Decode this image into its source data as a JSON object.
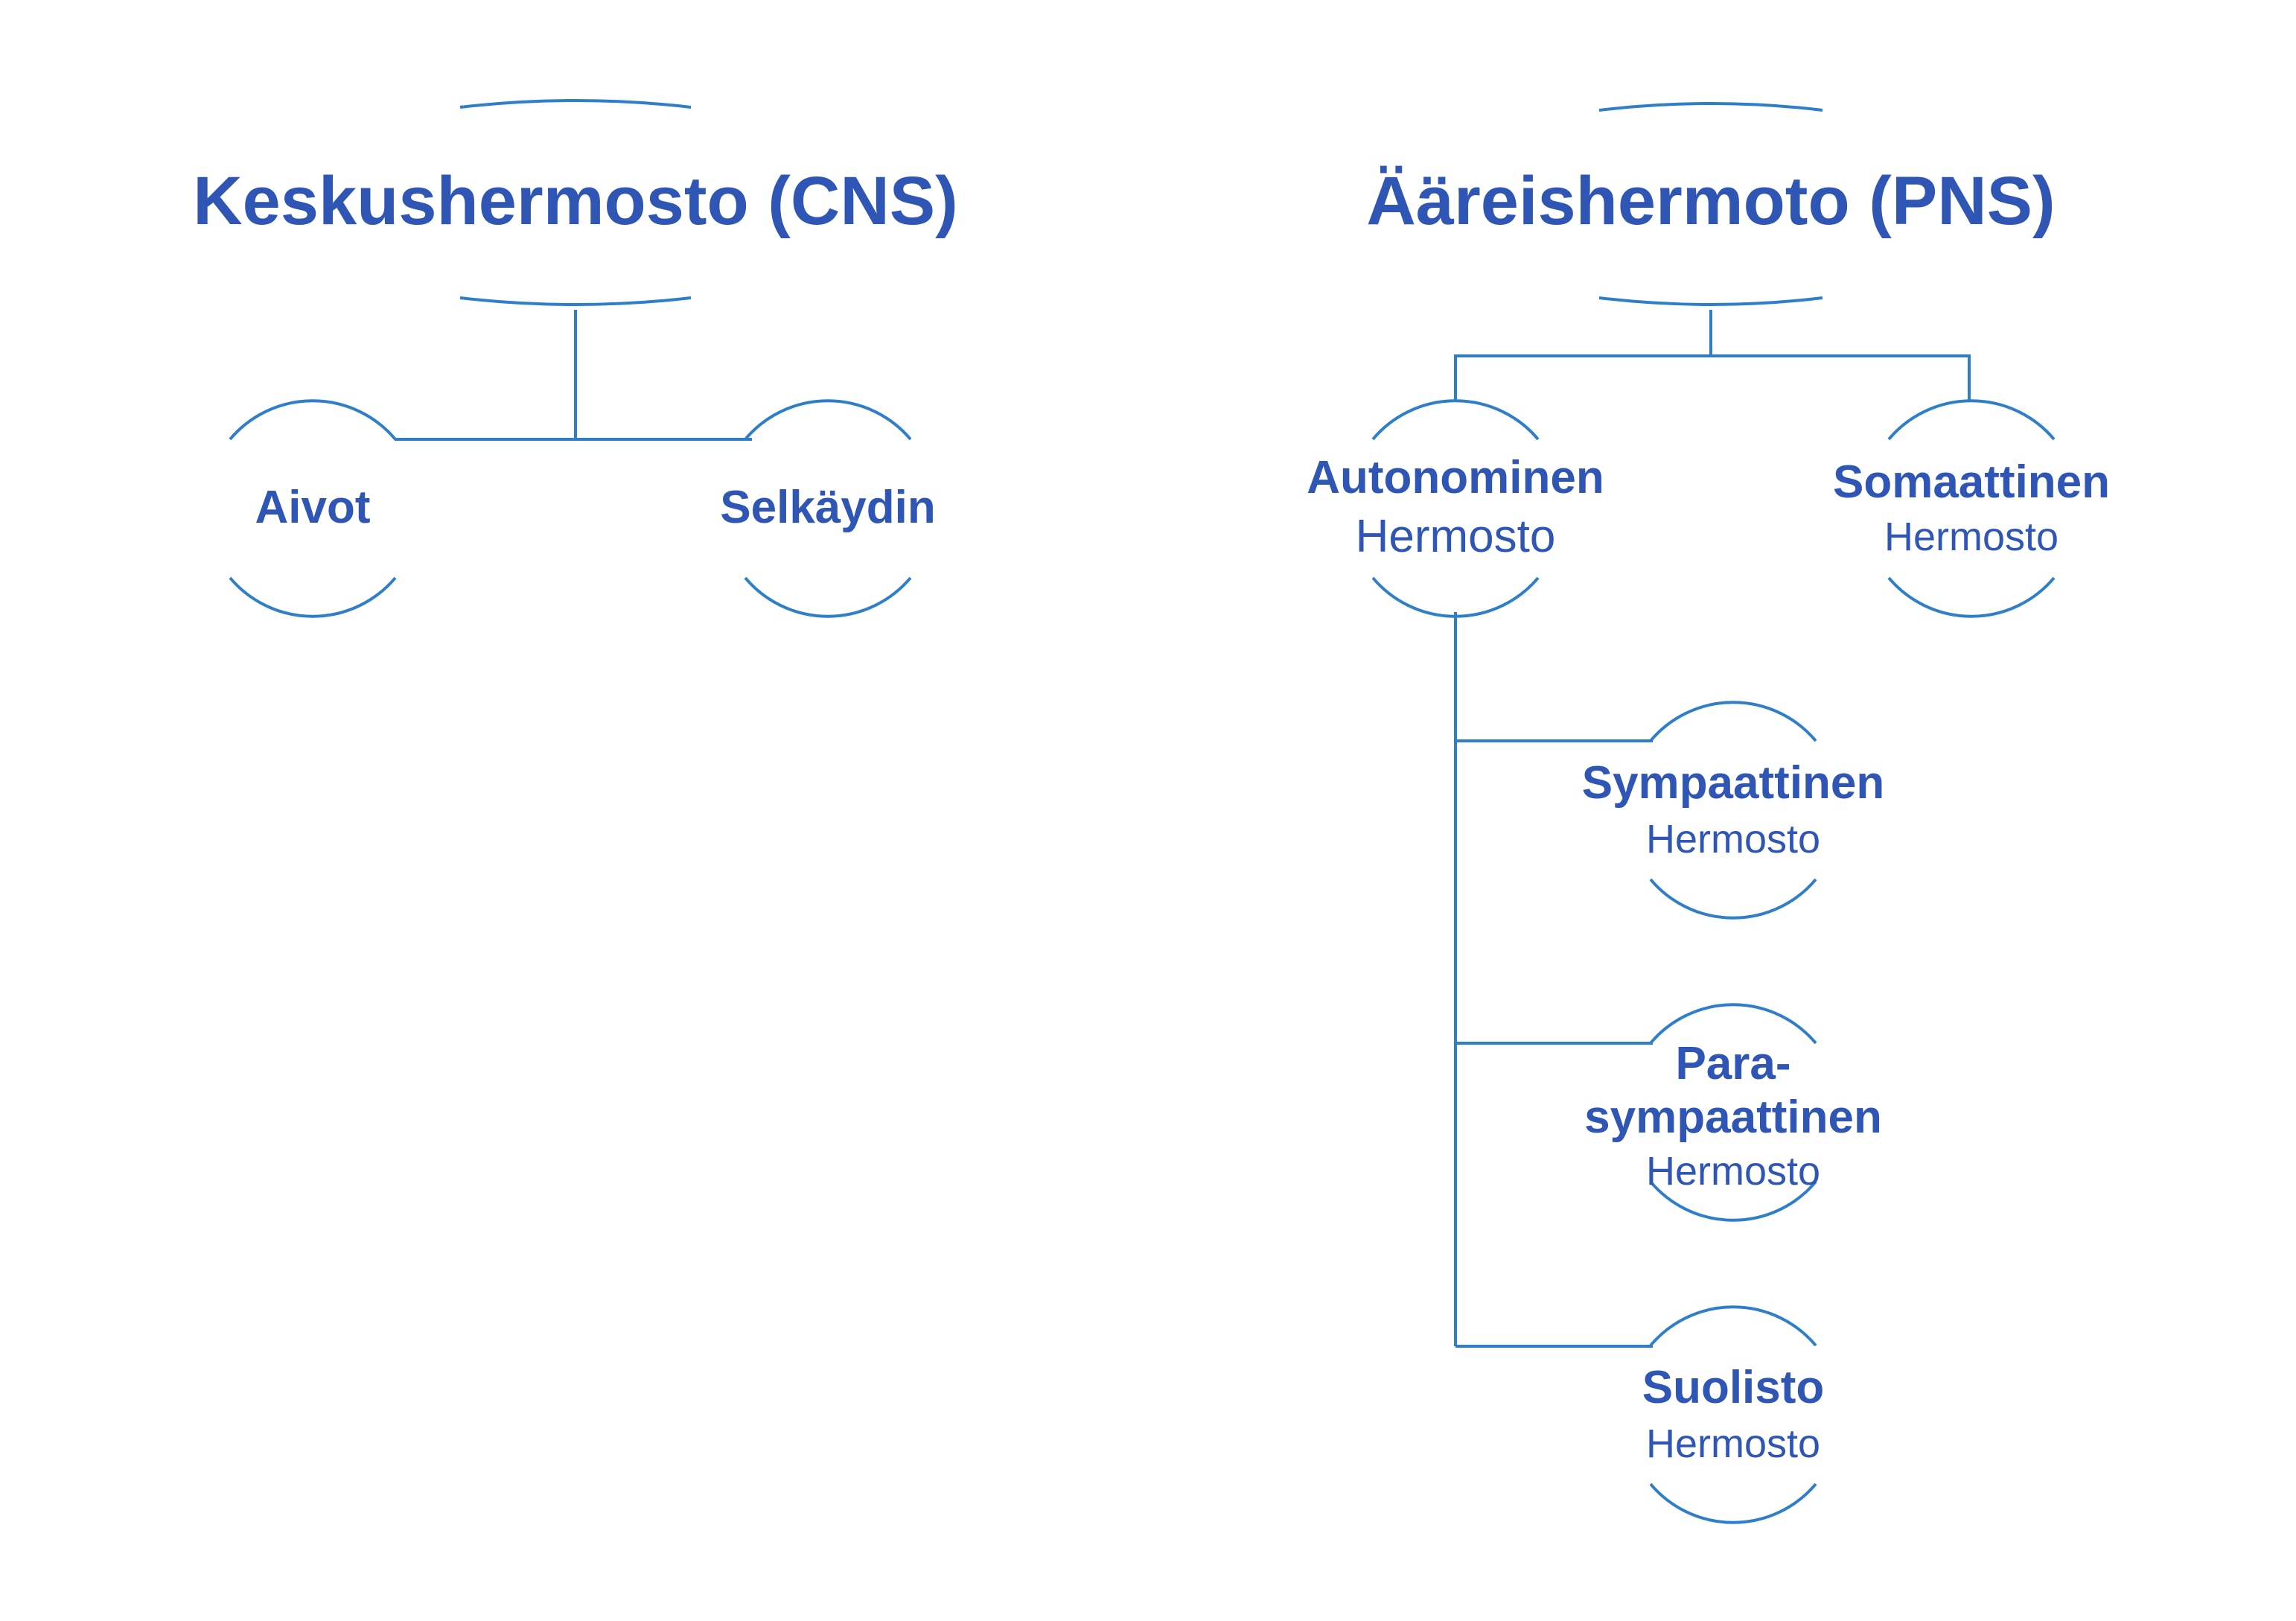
{
  "colors": {
    "line": "#2f7ec9",
    "text": "#2f55b5",
    "background": "#ffffff"
  },
  "cns": {
    "title": "Keskushermosto (CNS)",
    "children": [
      {
        "bold": "Aivot"
      },
      {
        "bold": "Selkäydin"
      }
    ]
  },
  "pns": {
    "title": "Ääreishermoto (PNS)",
    "autonomic": {
      "bold": "Autonominen",
      "regular": "Hermosto"
    },
    "somatic": {
      "bold": "Somaattinen",
      "regular": "Hermosto"
    },
    "autonomic_children": [
      {
        "bold": "Sympaattinen",
        "regular": "Hermosto"
      },
      {
        "bold_line1": "Para-",
        "bold_line2": "sympaattinen",
        "regular": "Hermosto"
      },
      {
        "bold": "Suolisto",
        "regular": "Hermosto"
      }
    ]
  }
}
